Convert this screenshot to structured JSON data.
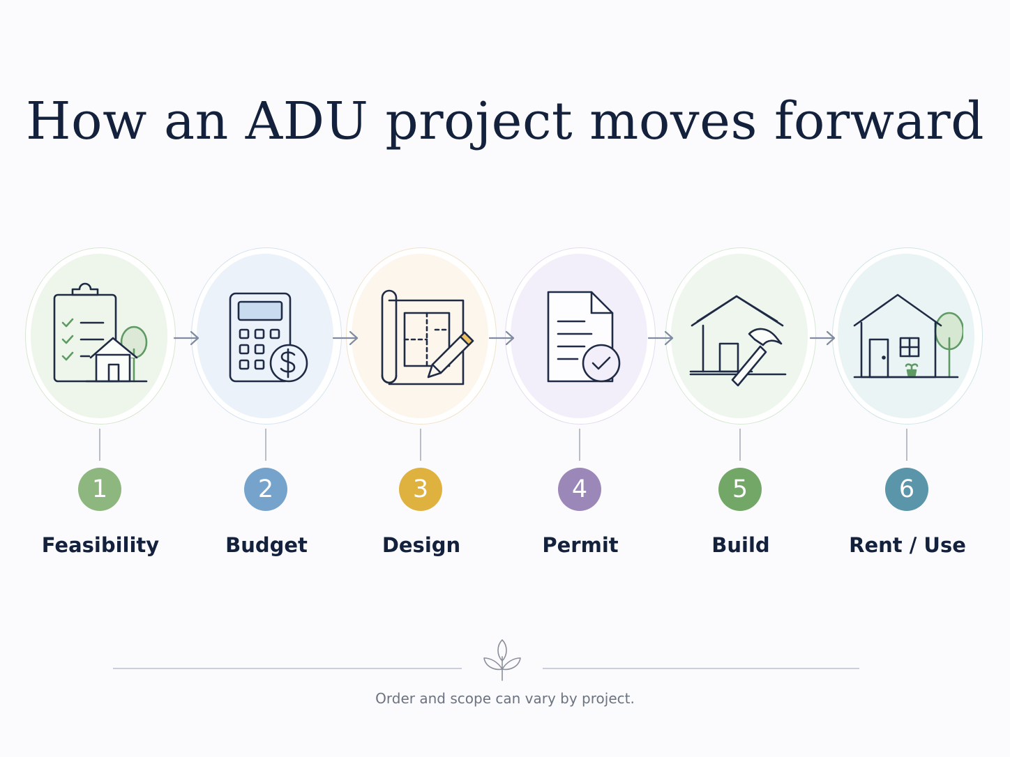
{
  "title": "How an ADU project moves forward",
  "steps": [
    {
      "number": "1",
      "label": "Feasibility",
      "icon": "clipboard-house-icon",
      "badge_color": "#8db77e",
      "tint": "#eef5ea",
      "ring": "#d6e6d0"
    },
    {
      "number": "2",
      "label": "Budget",
      "icon": "calculator-dollar-icon",
      "badge_color": "#76a3cc",
      "tint": "#ebf2f9",
      "ring": "#d4e2ef"
    },
    {
      "number": "3",
      "label": "Design",
      "icon": "blueprint-pencil-icon",
      "badge_color": "#dfb240",
      "tint": "#fcf6ec",
      "ring": "#efe2c9"
    },
    {
      "number": "4",
      "label": "Permit",
      "icon": "document-check-icon",
      "badge_color": "#9c87b9",
      "tint": "#f3effa",
      "ring": "#e2dbee"
    },
    {
      "number": "5",
      "label": "Build",
      "icon": "house-hammer-icon",
      "badge_color": "#73a767",
      "tint": "#eef6ee",
      "ring": "#d5e7d3"
    },
    {
      "number": "6",
      "label": "Rent / Use",
      "icon": "house-tree-icon",
      "badge_color": "#5b95a9",
      "tint": "#eaf4f5",
      "ring": "#cfe4e6"
    }
  ],
  "footer": {
    "note": "Order and scope can vary by project.",
    "icon": "sprout-icon"
  },
  "colors": {
    "title": "#13213d",
    "icon_stroke": "#1f2a44",
    "arrow": "#7f8ba0",
    "accent_green": "#5f9a64"
  }
}
